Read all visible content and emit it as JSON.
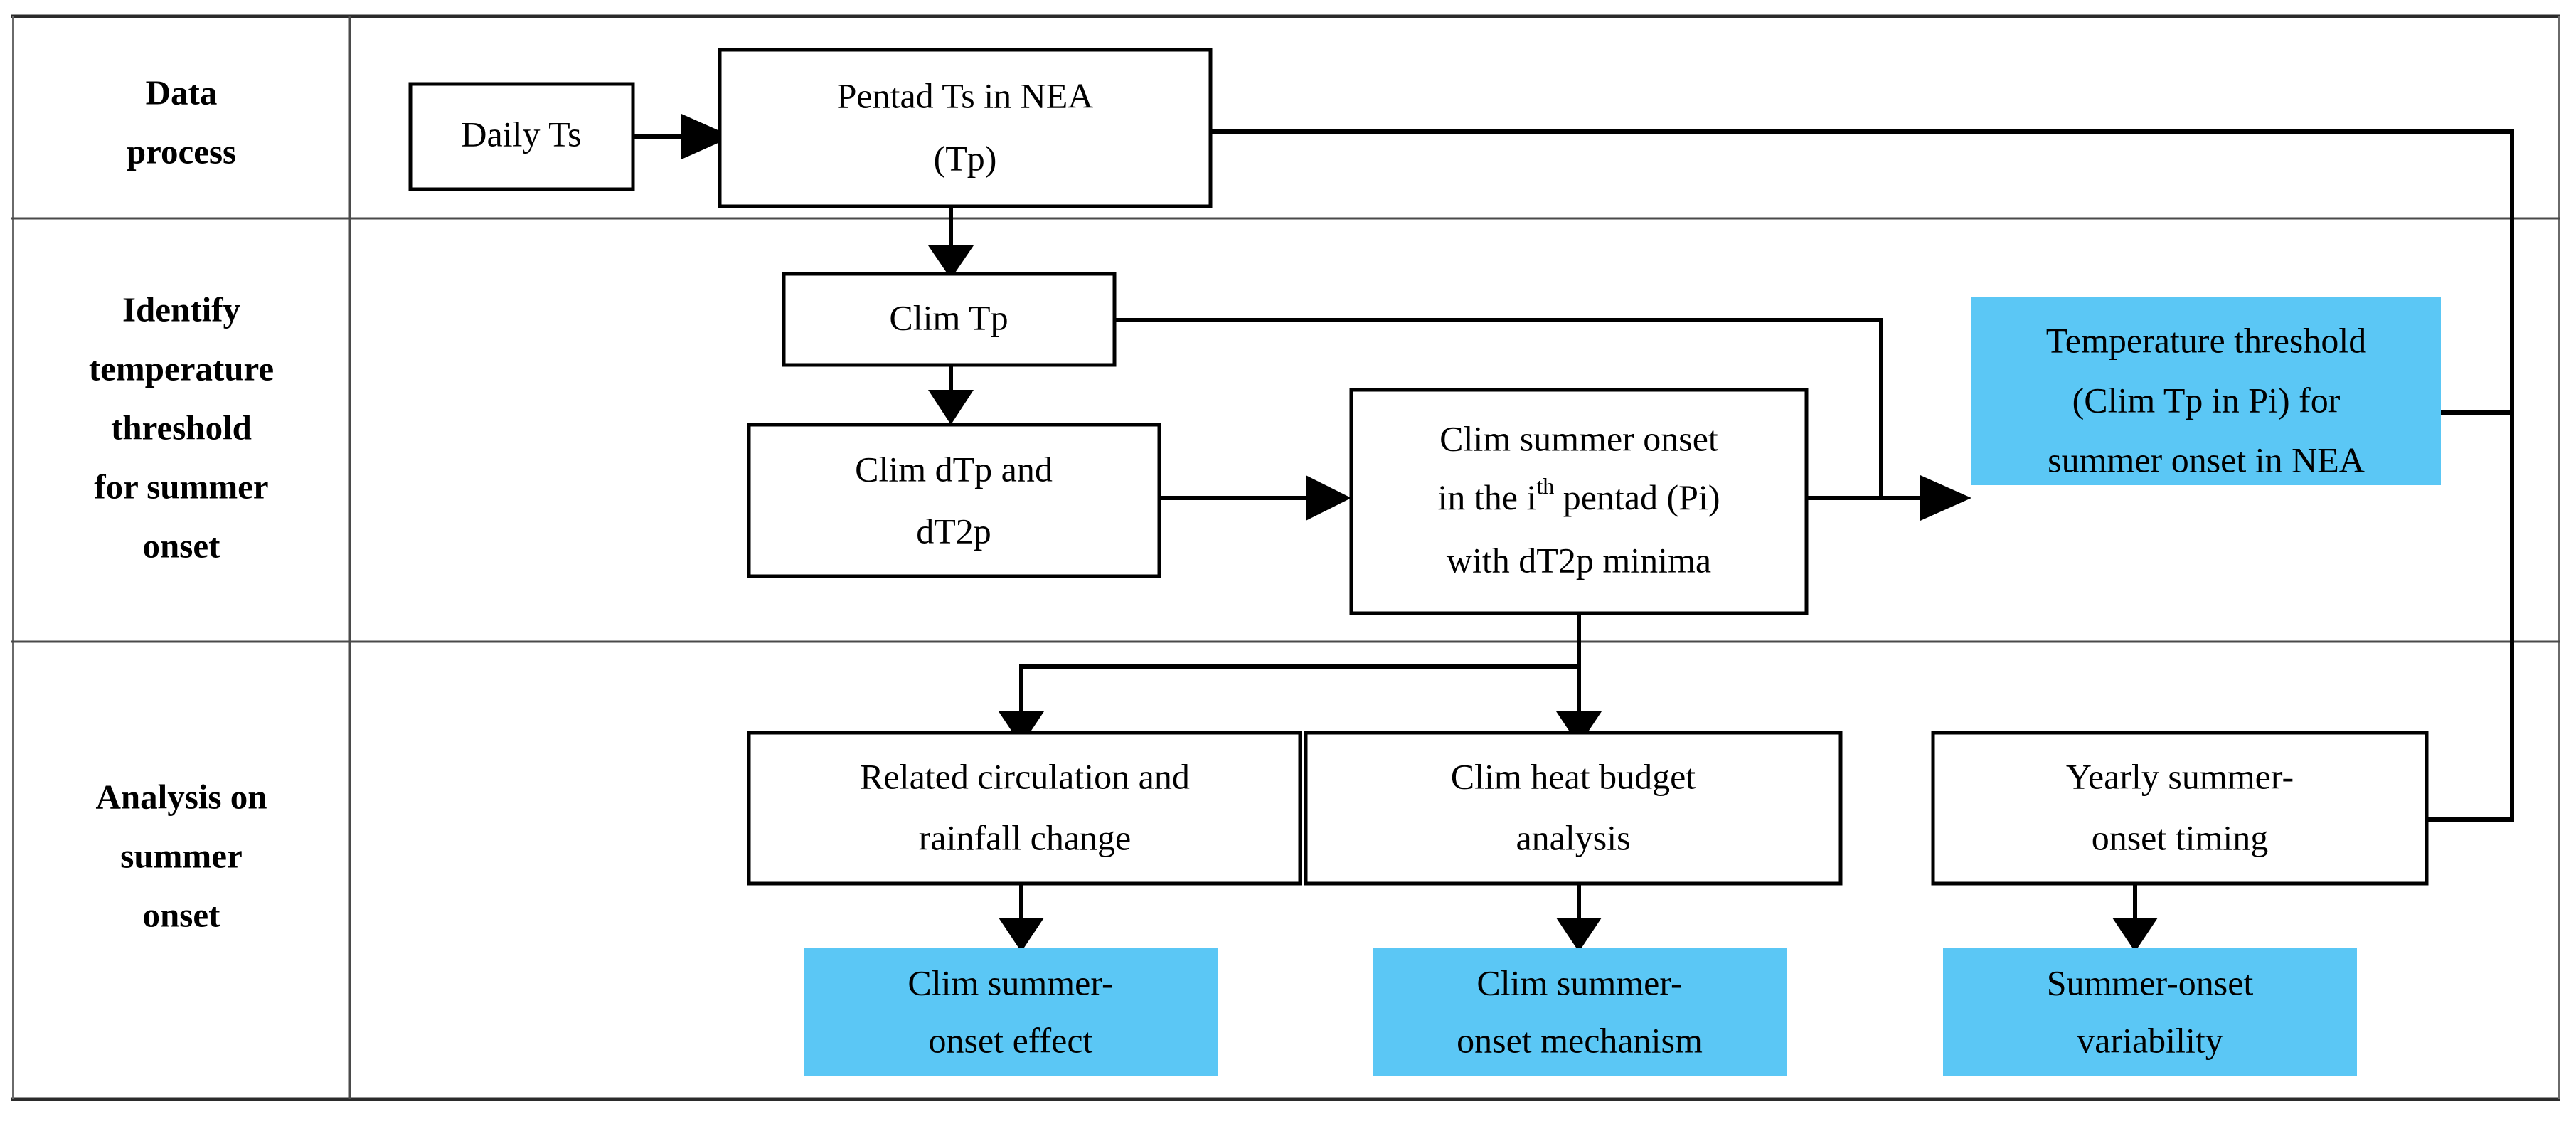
{
  "figure": {
    "type": "flowchart",
    "background_color": "#ffffff",
    "accent_color": "#5BC7F5",
    "line_color": "#000000",
    "frame_color": "#3a3a3a"
  },
  "rows": [
    {
      "id": "row-data-process",
      "label_lines": [
        "Data",
        "process"
      ]
    },
    {
      "id": "row-identify-threshold",
      "label_lines": [
        "Identify",
        "temperature",
        "threshold",
        "for summer",
        "onset"
      ]
    },
    {
      "id": "row-analysis",
      "label_lines": [
        "Analysis on",
        "summer",
        "onset"
      ]
    }
  ],
  "nodes": [
    {
      "id": "daily-ts",
      "row": 0,
      "style": "white",
      "lines": [
        "Daily  Ts"
      ]
    },
    {
      "id": "pentad-ts",
      "row": 0,
      "style": "white",
      "lines": [
        "Pentad Ts in NEA",
        "(Tp)"
      ]
    },
    {
      "id": "clim-tp",
      "row": 1,
      "style": "white",
      "lines": [
        "Clim Tp"
      ]
    },
    {
      "id": "clim-dtp",
      "row": 1,
      "style": "white",
      "lines": [
        "Clim dTp and",
        "dT2p"
      ]
    },
    {
      "id": "clim-summer-onset",
      "row": 1,
      "style": "white",
      "lines": [
        "Clim summer onset",
        "in the i<sup>th</sup> pentad (Pi)",
        "with dT2p minima"
      ],
      "line1_pre": "in the i",
      "line1_sup": "th",
      "line1_post": " pentad (Pi)"
    },
    {
      "id": "temperature-threshold",
      "row": 1,
      "style": "blue",
      "lines": [
        "Temperature threshold",
        "(Clim Tp in Pi) for",
        "summer onset in NEA"
      ]
    },
    {
      "id": "related-circulation",
      "row": 2,
      "style": "white",
      "lines": [
        "Related  circulation  and",
        "rainfall  change"
      ]
    },
    {
      "id": "clim-heat-budget",
      "row": 2,
      "style": "white",
      "lines": [
        "Clim heat budget",
        "analysis"
      ]
    },
    {
      "id": "yearly-summer-onset",
      "row": 2,
      "style": "white",
      "lines": [
        "Yearly summer-",
        "onset timing"
      ]
    },
    {
      "id": "clim-summer-onset-effect",
      "row": 2,
      "style": "blue",
      "lines": [
        "Clim summer-",
        "onset effect"
      ]
    },
    {
      "id": "clim-summer-onset-mechanism",
      "row": 2,
      "style": "blue",
      "lines": [
        "Clim summer-",
        "onset mechanism"
      ]
    },
    {
      "id": "summer-onset-variability",
      "row": 2,
      "style": "blue",
      "lines": [
        "Summer-onset",
        "variability"
      ]
    }
  ],
  "edges": [
    {
      "id": "daily-to-pentad",
      "from": "daily-ts",
      "to": "pentad-ts",
      "arrow": true
    },
    {
      "id": "pentad-to-climtp",
      "from": "pentad-ts",
      "to": "clim-tp",
      "arrow": true
    },
    {
      "id": "pentad-to-yearly",
      "from": "pentad-ts",
      "to": "yearly-summer-onset",
      "arrow": true
    },
    {
      "id": "climtp-to-climdtp",
      "from": "clim-tp",
      "to": "clim-dtp",
      "arrow": true
    },
    {
      "id": "climtp-to-threshold",
      "from": "clim-tp",
      "to": "temperature-threshold",
      "arrow": true
    },
    {
      "id": "climdtp-to-onset",
      "from": "clim-dtp",
      "to": "clim-summer-onset",
      "arrow": true
    },
    {
      "id": "onset-to-threshold",
      "from": "clim-summer-onset",
      "to": "temperature-threshold",
      "arrow": true
    },
    {
      "id": "onset-to-circulation",
      "from": "clim-summer-onset",
      "to": "related-circulation",
      "arrow": true
    },
    {
      "id": "onset-to-heatbudget",
      "from": "clim-summer-onset",
      "to": "clim-heat-budget",
      "arrow": true
    },
    {
      "id": "circulation-to-effect",
      "from": "related-circulation",
      "to": "clim-summer-onset-effect",
      "arrow": true
    },
    {
      "id": "heatbudget-to-mechanism",
      "from": "clim-heat-budget",
      "to": "clim-summer-onset-mechanism",
      "arrow": true
    },
    {
      "id": "yearly-to-variability",
      "from": "yearly-summer-onset",
      "to": "summer-onset-variability",
      "arrow": true
    }
  ]
}
